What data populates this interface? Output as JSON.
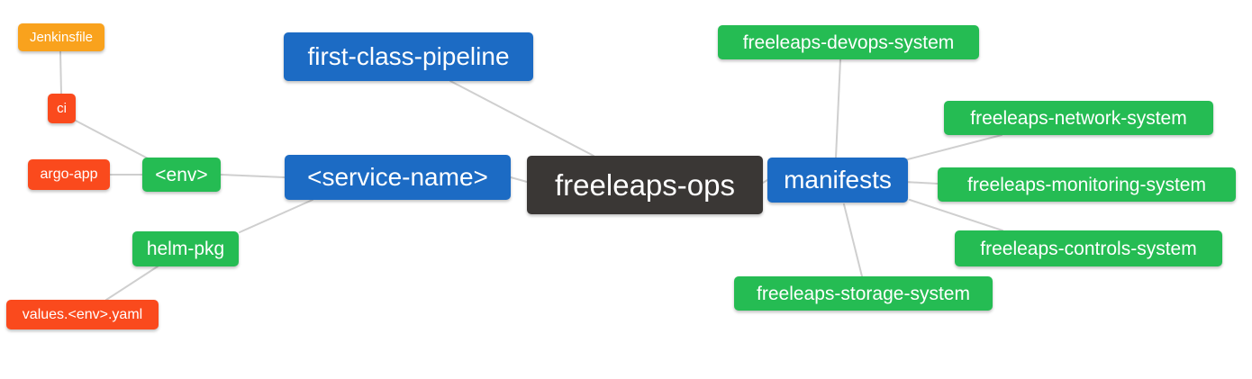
{
  "diagram": {
    "type": "mindmap",
    "background_color": "#ffffff",
    "edge_color": "#cfcfcf",
    "palette": {
      "root_bg": "#3a3735",
      "branch_bg": "#1c6bc4",
      "green_leaf_bg": "#25bc53",
      "red_leaf_bg": "#fa4a1d",
      "orange_leaf_bg": "#f9a21d",
      "node_text": "#ffffff"
    },
    "nodes": [
      {
        "id": "jenkinsfile",
        "label": "Jenkinsfile",
        "level": 5,
        "color": "#f9a21d"
      },
      {
        "id": "ci",
        "label": "ci",
        "level": 4,
        "color": "#fa4a1d"
      },
      {
        "id": "argo-app",
        "label": "argo-app",
        "level": 4,
        "color": "#fa4a1d"
      },
      {
        "id": "env",
        "label": "<env>",
        "level": 3,
        "color": "#25bc53"
      },
      {
        "id": "helm-pkg",
        "label": "helm-pkg",
        "level": 3,
        "color": "#25bc53"
      },
      {
        "id": "values-env-yaml",
        "label": "values.<env>.yaml",
        "level": 4,
        "color": "#fa4a1d"
      },
      {
        "id": "first-class-pipeline",
        "label": "first-class-pipeline",
        "level": 2,
        "color": "#1c6bc4"
      },
      {
        "id": "service-name",
        "label": "<service-name>",
        "level": 2,
        "color": "#1c6bc4"
      },
      {
        "id": "freeleaps-ops",
        "label": "freeleaps-ops",
        "level": 1,
        "color": "#3a3735"
      },
      {
        "id": "manifests",
        "label": "manifests",
        "level": 2,
        "color": "#1c6bc4"
      },
      {
        "id": "freeleaps-devops-system",
        "label": "freeleaps-devops-system",
        "level": 3,
        "color": "#25bc53"
      },
      {
        "id": "freeleaps-network-system",
        "label": "freeleaps-network-system",
        "level": 3,
        "color": "#25bc53"
      },
      {
        "id": "freeleaps-monitoring-system",
        "label": "freeleaps-monitoring-system",
        "level": 3,
        "color": "#25bc53"
      },
      {
        "id": "freeleaps-controls-system",
        "label": "freeleaps-controls-system",
        "level": 3,
        "color": "#25bc53"
      },
      {
        "id": "freeleaps-storage-system",
        "label": "freeleaps-storage-system",
        "level": 3,
        "color": "#25bc53"
      }
    ],
    "edges": [
      {
        "from": "ci",
        "to": "jenkinsfile"
      },
      {
        "from": "env",
        "to": "ci"
      },
      {
        "from": "env",
        "to": "argo-app"
      },
      {
        "from": "service-name",
        "to": "env"
      },
      {
        "from": "service-name",
        "to": "helm-pkg"
      },
      {
        "from": "helm-pkg",
        "to": "values-env-yaml"
      },
      {
        "from": "freeleaps-ops",
        "to": "first-class-pipeline"
      },
      {
        "from": "freeleaps-ops",
        "to": "service-name"
      },
      {
        "from": "freeleaps-ops",
        "to": "manifests"
      },
      {
        "from": "manifests",
        "to": "freeleaps-devops-system"
      },
      {
        "from": "manifests",
        "to": "freeleaps-network-system"
      },
      {
        "from": "manifests",
        "to": "freeleaps-monitoring-system"
      },
      {
        "from": "manifests",
        "to": "freeleaps-controls-system"
      },
      {
        "from": "manifests",
        "to": "freeleaps-storage-system"
      }
    ]
  }
}
